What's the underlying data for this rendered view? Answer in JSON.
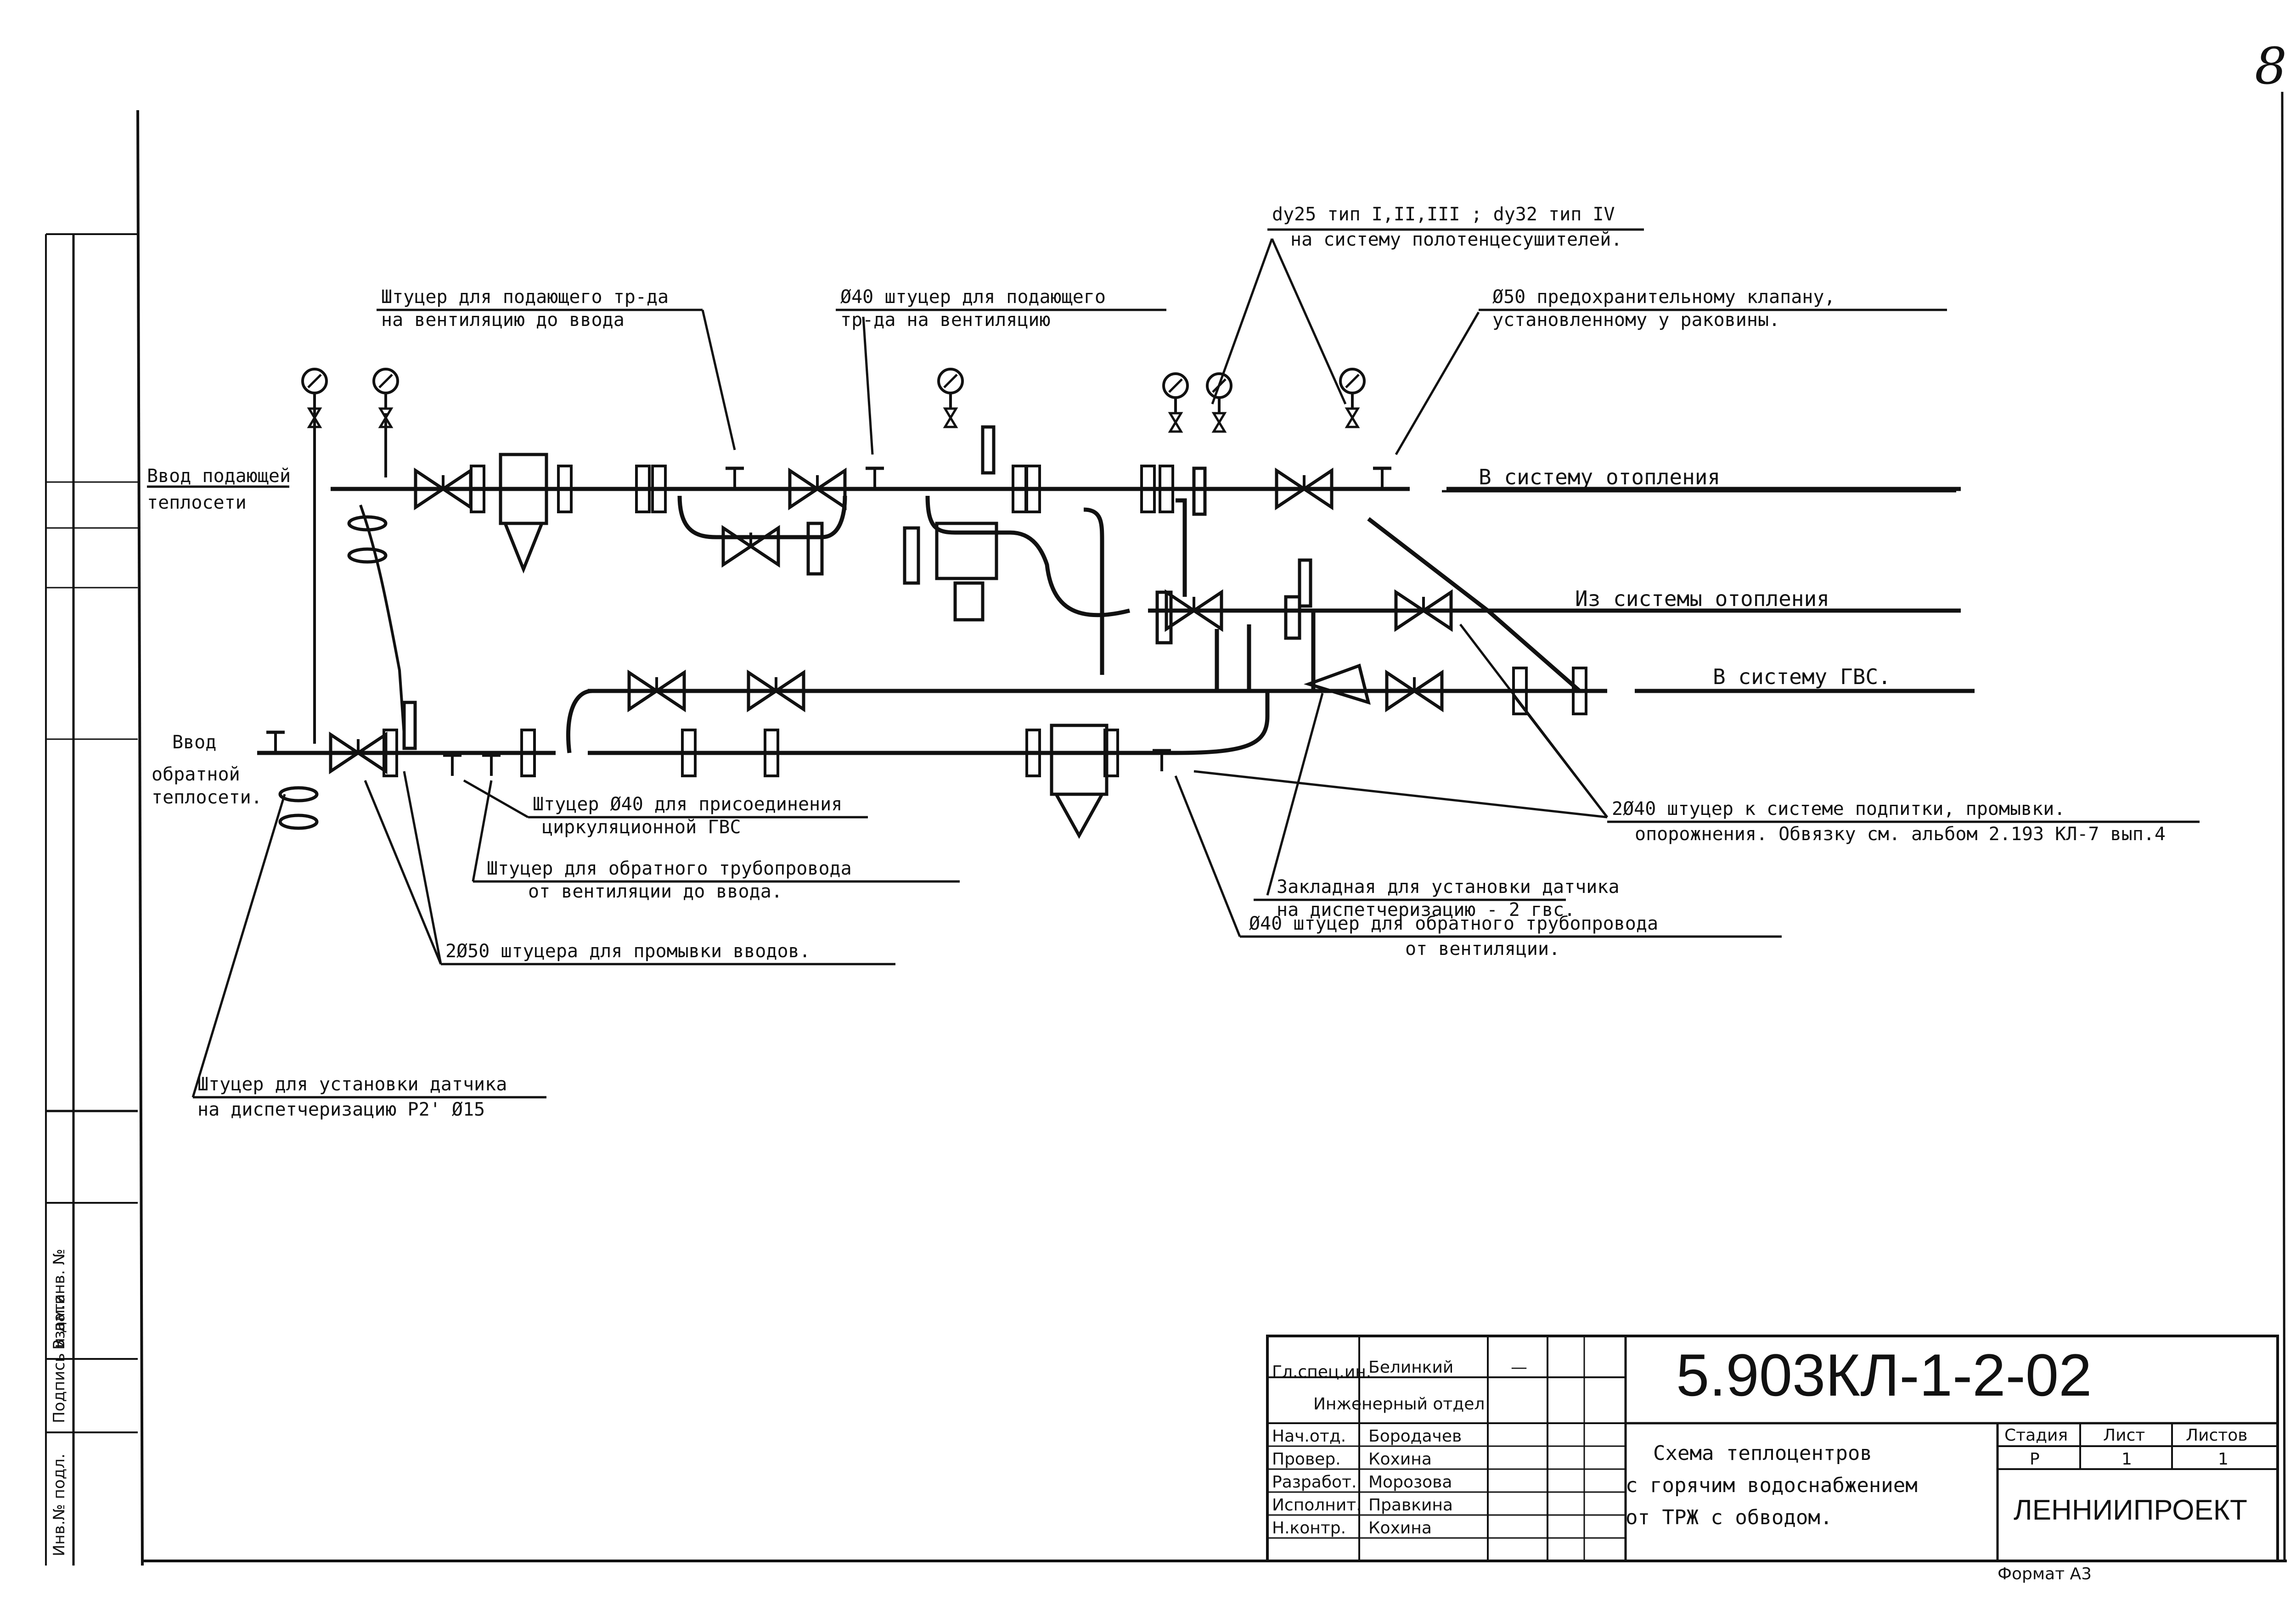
{
  "page_number": "8",
  "labels": {
    "inlet_supply": [
      "Ввод подающей",
      "теплосети"
    ],
    "inlet_return": [
      "Ввод",
      "обратной",
      "теплосети."
    ],
    "to_heating": "В систему отопления",
    "from_heating": "Из системы отопления",
    "to_dhw": "В систему ГВС.",
    "fitting_supply_vent": [
      "Штуцер для подающего тр-да",
      "на вентиляцию до ввода"
    ],
    "fitting_d40_supply_vent": [
      "Ø40 штуцер для подающего",
      "тр-да на вентиляцию"
    ],
    "towel_dryers": [
      "dу25 тип I,II,III ; dу32 тип IV",
      "на систему полотенцесушителей."
    ],
    "safety_valve": [
      "Ø50 предохранительному клапану,",
      "установленному у раковины."
    ],
    "recirc_fitting": [
      "Штуцер Ø40 для присоединения",
      "циркуляционной ГВС"
    ],
    "return_vent_fitting": [
      "Штуцер для обратного трубопровода",
      "от вентиляции до ввода."
    ],
    "purge_fittings": "2Ø50 штуцера для промывки вводов.",
    "sensor_fitting": [
      "Штуцер для установки датчика",
      "на диспетчеризацию P2' Ø15"
    ],
    "makeup_fitting": [
      "2Ø40 штуцер к системе подпитки, промывки.",
      "опорожнения. Обвязку см. альбом 2.193 КЛ-7 вып.4"
    ],
    "dispatch_sensor": [
      "Закладная для установки датчика",
      "на диспетчеризацию - 2 гвс."
    ],
    "d40_return_vent": [
      "Ø40 штуцер для обратного трубопровода",
      "от вентиляции."
    ]
  },
  "side_stamp": [
    "Инв.№ подл.",
    "Подпись и дата",
    "Взам.инв. №"
  ],
  "title_block": {
    "doc_code": "5.903КЛ-1-2-02",
    "department": "Инженерный отдел",
    "roles": [
      {
        "role": "Гл.спец.ин.",
        "name": "Белинкий",
        "sign": "—"
      },
      {
        "role": "Нач.отд.",
        "name": "Бородачев"
      },
      {
        "role": "Провер.",
        "name": "Кохина"
      },
      {
        "role": "Разработ.",
        "name": "Морозова"
      },
      {
        "role": "Исполнит.",
        "name": "Правкина"
      },
      {
        "role": "Н.контр.",
        "name": "Кохина"
      }
    ],
    "title_lines": [
      "Схема теплоцентров",
      "с горячим водоснабжением",
      "от ТРЖ с обводом."
    ],
    "stage_header": "Стадия",
    "sheet_header": "Лист",
    "sheets_header": "Листов",
    "stage": "Р",
    "sheet": "1",
    "sheets": "1",
    "organization": "ЛЕННИИПРОЕКТ",
    "format": "Формат А3"
  }
}
